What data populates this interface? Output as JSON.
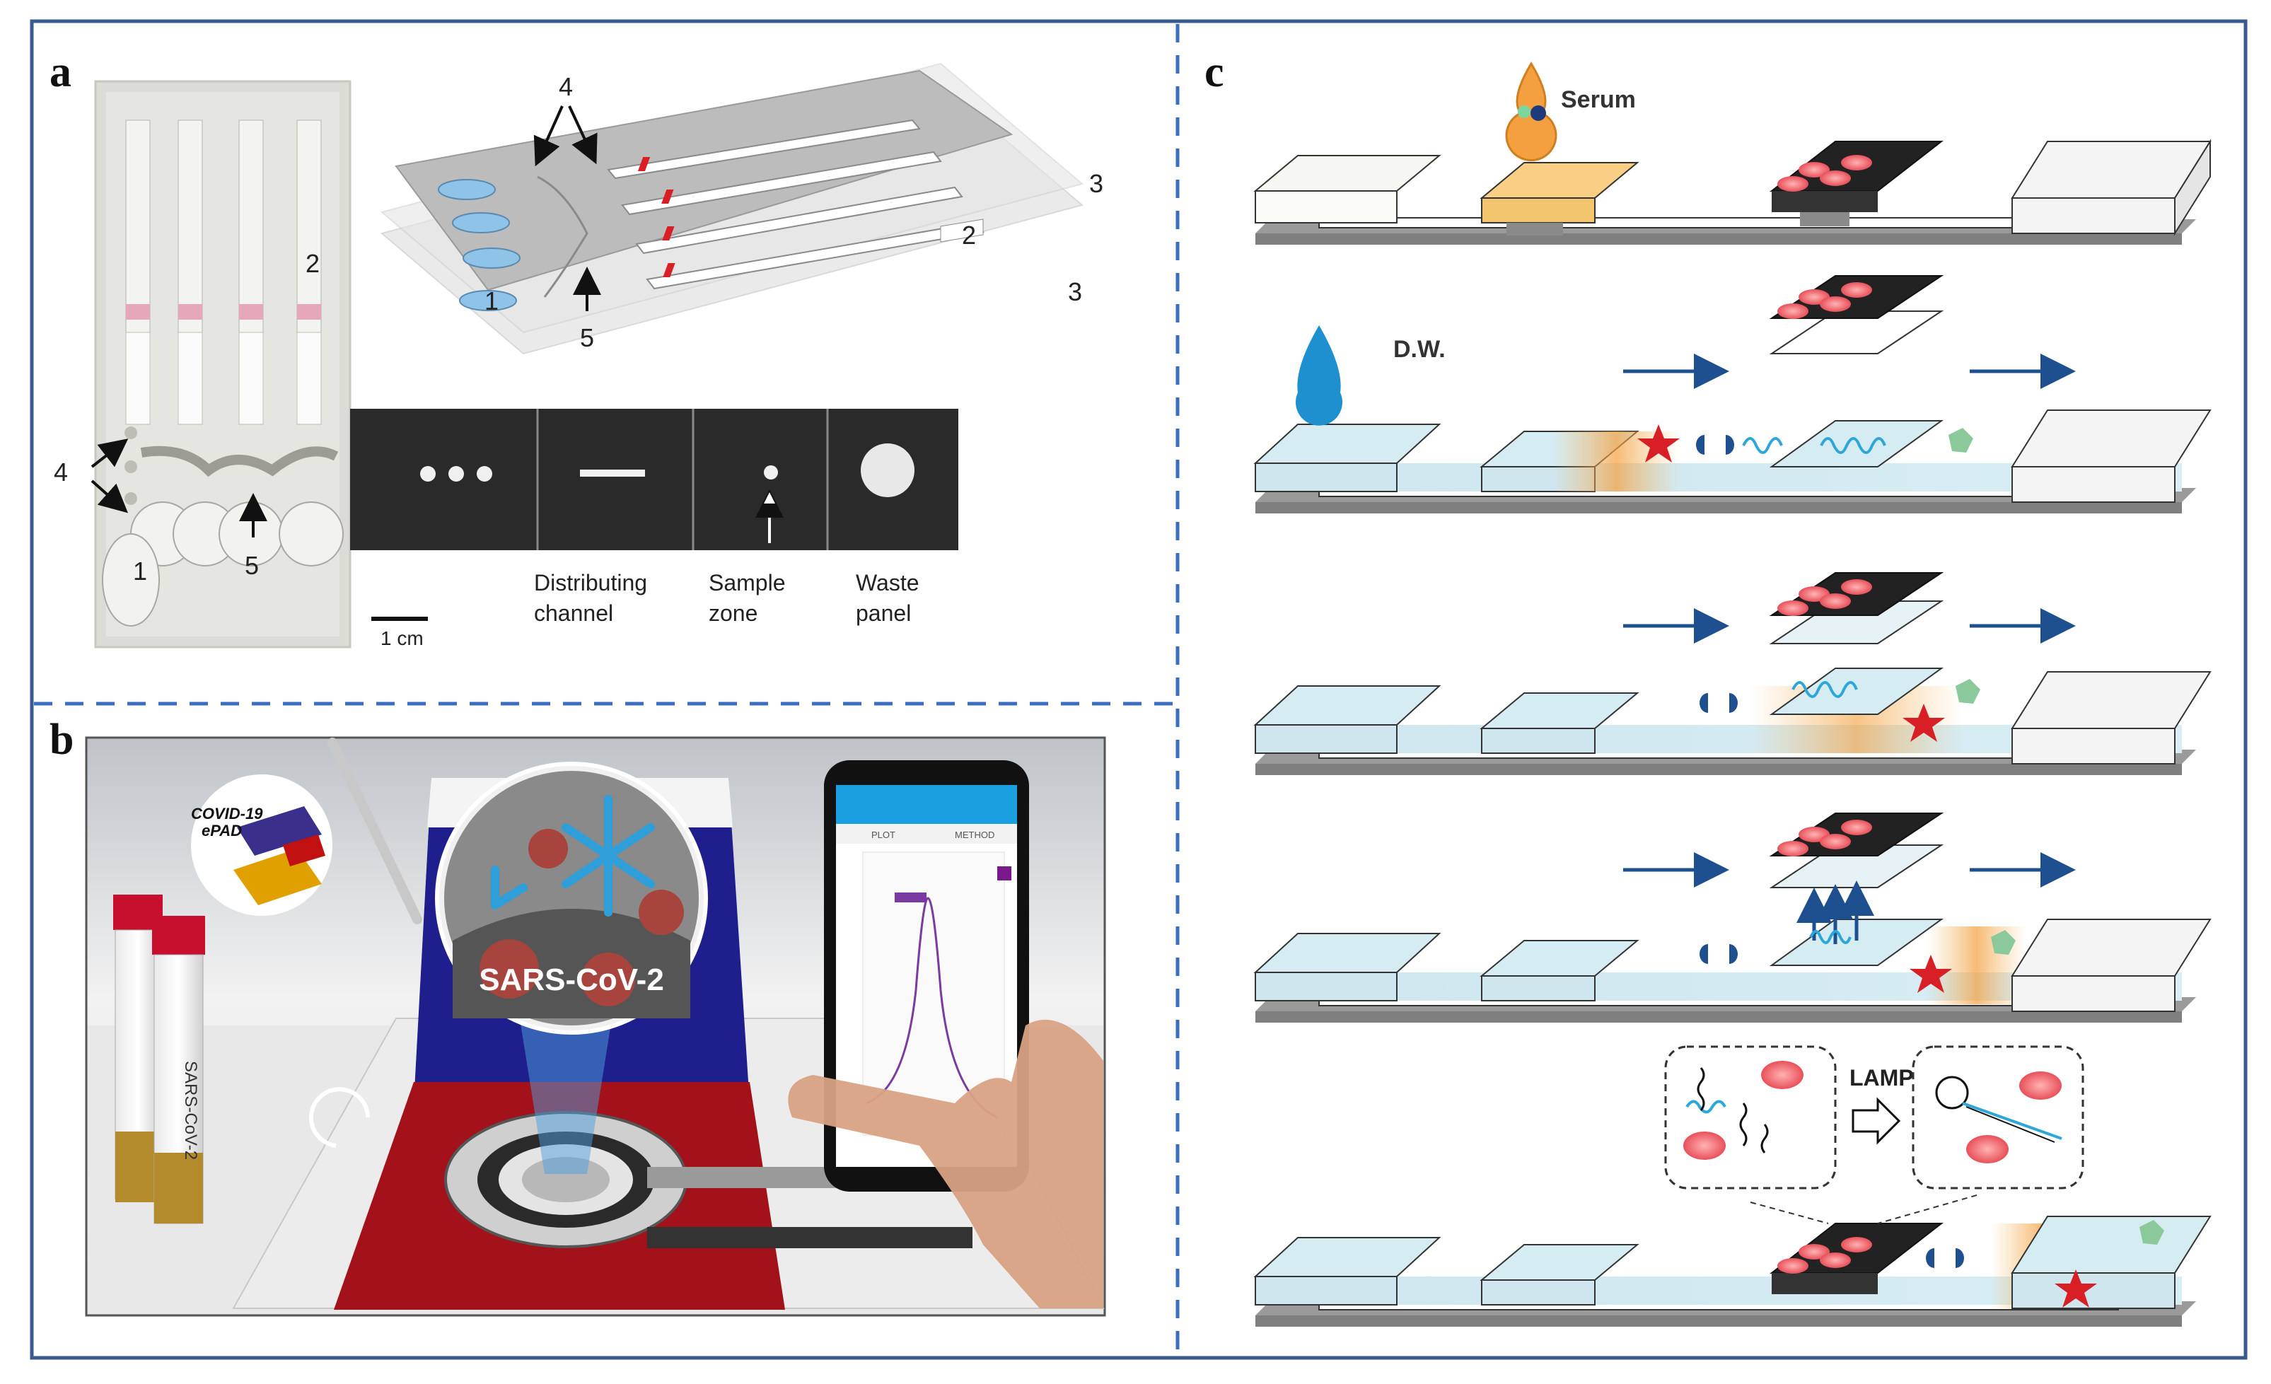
{
  "panels": {
    "a": {
      "label": "a",
      "numbers": {
        "n1": "1",
        "n2": "2",
        "n3": "3",
        "n4": "4",
        "n5": "5"
      },
      "scale_bar": "1 cm",
      "captions": {
        "distributing": [
          "Distributing",
          "channel"
        ],
        "sample": [
          "Sample",
          "zone"
        ],
        "waste": [
          "Waste",
          "panel"
        ]
      }
    },
    "b": {
      "label": "b",
      "device_tag": [
        "COVID-19",
        "ePAD"
      ],
      "lens_text": "SARS-CoV-2",
      "tube_label": "SARS-CoV-2",
      "phone_tabs": [
        "PLOT",
        "METHOD"
      ]
    },
    "c": {
      "label": "c",
      "serum": "Serum",
      "dw": "D.W.",
      "lamp": "LAMP"
    }
  },
  "colors": {
    "border": "#3a5a8f",
    "divider": "#3a6fbf",
    "red": "#d81f26",
    "blue_fluid": "#cfe6ef",
    "orange": "#f4b860",
    "arrow": "#1e4f8f",
    "drop_blue": "#1e90d0"
  }
}
